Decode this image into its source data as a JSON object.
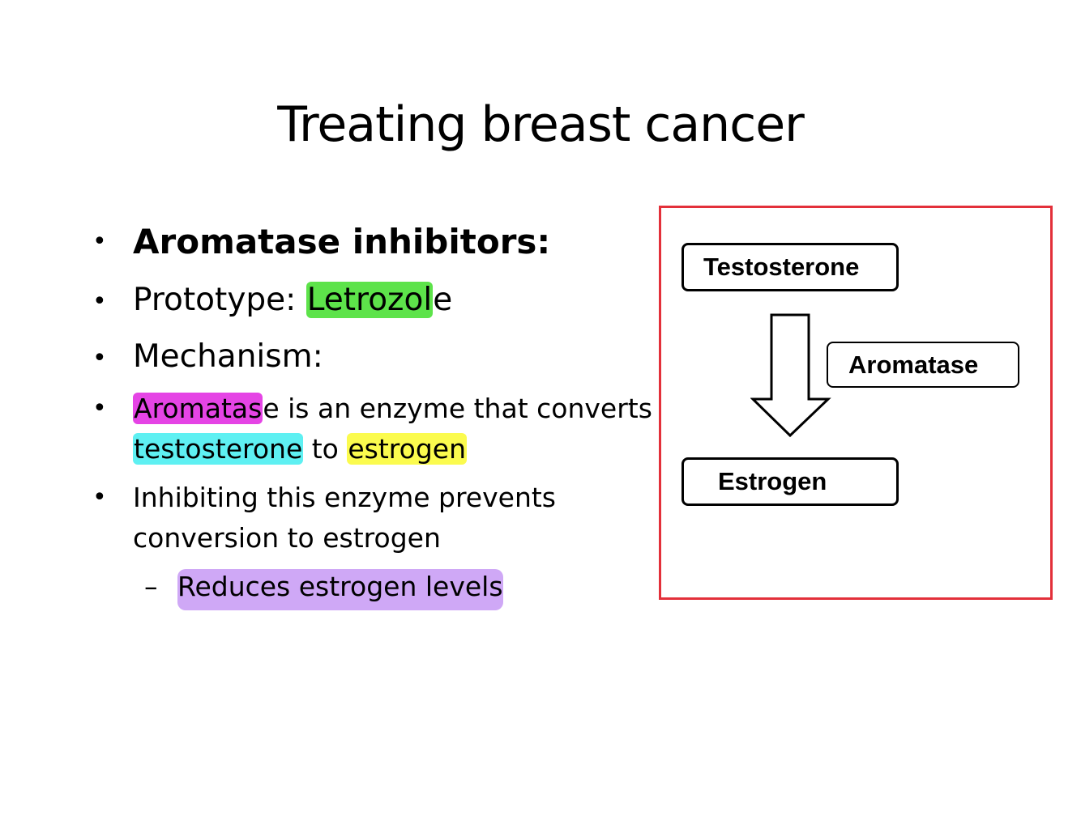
{
  "slide": {
    "title": "Treating breast cancer"
  },
  "bullets": {
    "b1": "Aromatase inhibitors:",
    "b2_prefix": "Prototype: ",
    "b2_highlight": "Letrozol",
    "b2_suffix": "e",
    "b3": "Mechanism:",
    "b4_hl1": "Aromatas",
    "b4_mid1": "e is an enzyme that converts",
    "b4_hl2": "testosterone",
    "b4_mid2": " to ",
    "b4_hl3": "estrogen",
    "b5_line1": "Inhibiting this enzyme prevents",
    "b5_line2": "conversion to estrogen",
    "sub_dash": "–",
    "sub_text": "Reduces estrogen levels",
    "bullet_char": "•"
  },
  "diagram": {
    "top_node": "Testosterone",
    "enzyme_node": "Aromatase",
    "bottom_node": "Estrogen",
    "border_color": "#e3303a"
  },
  "highlight_colors": {
    "green": "#5de34a",
    "magenta": "#e544e5",
    "cyan": "#5ef0f2",
    "yellow": "#fbfb4e",
    "purple": "#cfa8f6"
  }
}
